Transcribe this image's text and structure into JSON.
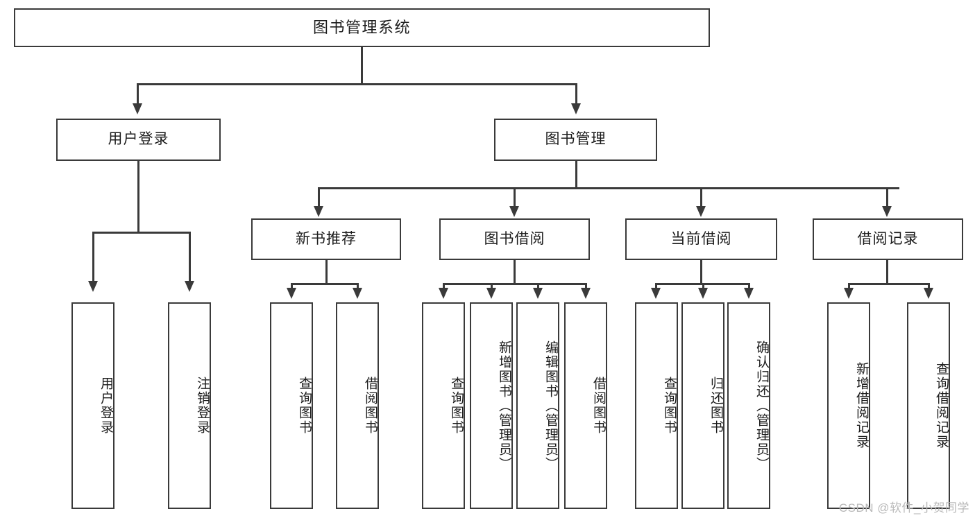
{
  "diagram": {
    "title": "图书管理系统",
    "type": "tree-hierarchy-chart",
    "root": {
      "label": "图书管理系统"
    },
    "level2": [
      {
        "label": "用户登录"
      },
      {
        "label": "图书管理"
      }
    ],
    "level3": [
      {
        "label": "新书推荐"
      },
      {
        "label": "图书借阅"
      },
      {
        "label": "当前借阅"
      },
      {
        "label": "借阅记录"
      }
    ],
    "leaves_user_login": [
      {
        "label": "用户登录"
      },
      {
        "label": "注销登录"
      }
    ],
    "leaves_new_book": [
      {
        "label": "查询图书"
      },
      {
        "label": "借阅图书"
      }
    ],
    "leaves_book_borrow": [
      {
        "label": "查询图书"
      },
      {
        "label": "新增图书（管理员）"
      },
      {
        "label": "编辑图书（管理员）"
      },
      {
        "label": "借阅图书"
      }
    ],
    "leaves_current_borrow": [
      {
        "label": "查询图书"
      },
      {
        "label": "归还图书"
      },
      {
        "label": "确认归还（管理员）"
      }
    ],
    "leaves_borrow_record": [
      {
        "label": "新增借阅记录"
      },
      {
        "label": "查询借阅记录"
      }
    ]
  },
  "watermark": {
    "text": "CSDN @软件_小贺同学"
  },
  "colors": {
    "stroke": "#3a3a3a",
    "fill": "#ffffff",
    "text": "#1c1c1c",
    "watermark": "#b9b9b9"
  }
}
